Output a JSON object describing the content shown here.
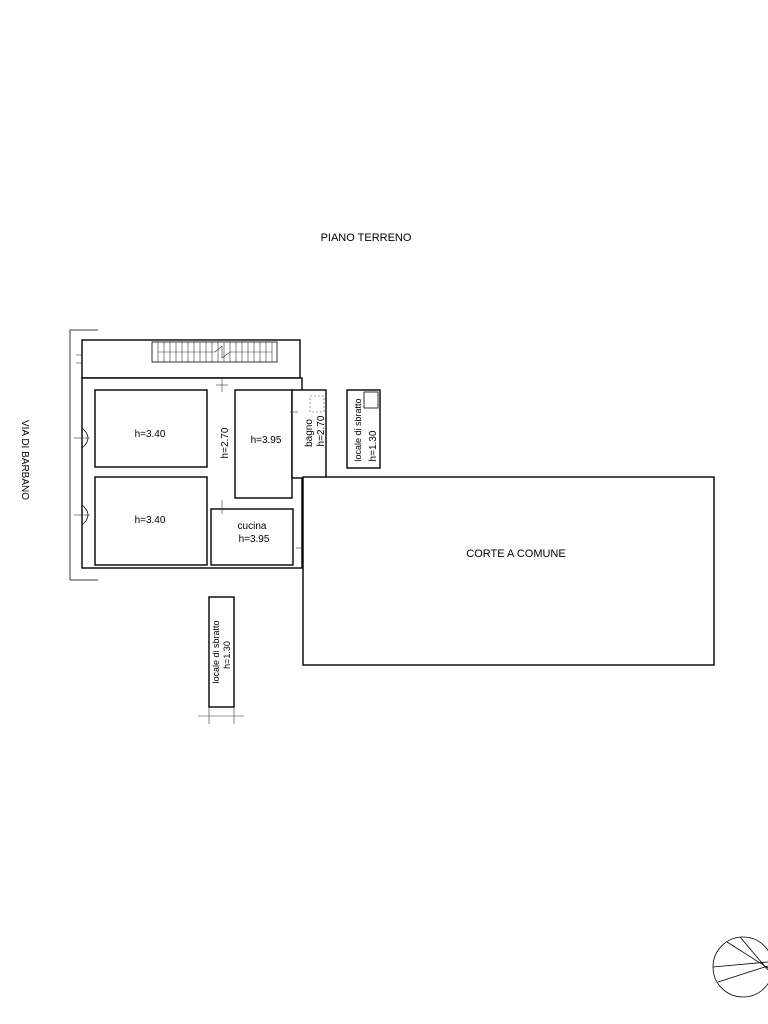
{
  "title": "PIANO TERRENO",
  "street_label": "VIA DI BARBANO",
  "rooms": {
    "room_a_height": "h=3.40",
    "room_b_height": "h=3.40",
    "corridor_height": "h=2.70",
    "center_room_height": "h=3.95",
    "kitchen_name": "cucina",
    "kitchen_height": "h=3.95",
    "bath_name": "bagno",
    "bath_height": "h=2.70"
  },
  "storage_top": {
    "name": "locale di sbratto",
    "height": "h=1.30"
  },
  "storage_bottom": {
    "name": "locale di sbratto",
    "height": "h=1.30"
  },
  "courtyard": "CORTE A COMUNE",
  "icons": {
    "north_arrow": "north-arrow-icon"
  }
}
